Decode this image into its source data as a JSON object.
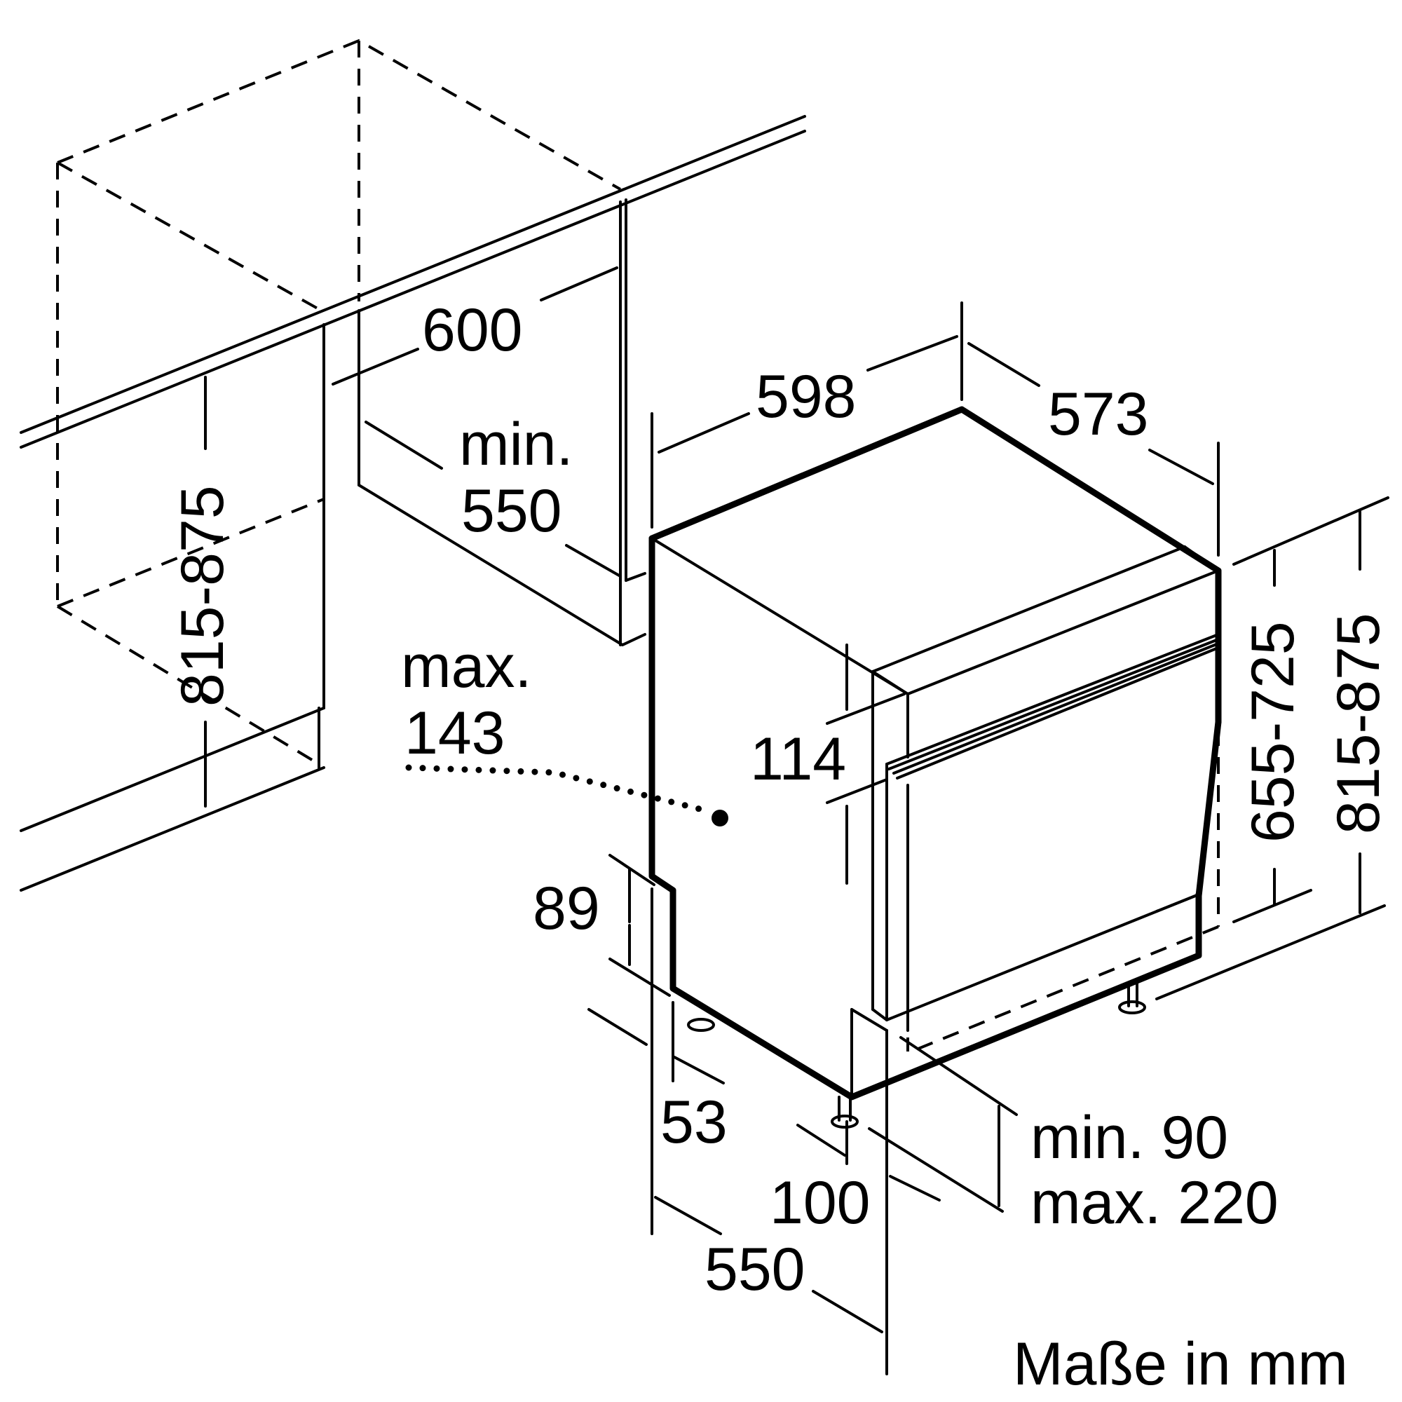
{
  "colors": {
    "line": "#000000",
    "background": "#ffffff"
  },
  "labels": {
    "niche_width": "600",
    "niche_depth_line1": "min.",
    "niche_depth_line2": "550",
    "niche_height": "815-875",
    "appliance_width": "598",
    "appliance_depth": "573",
    "panel_height": "114",
    "decor_max_line1": "max.",
    "decor_max_line2": "143",
    "plinth_89": "89",
    "offset_53": "53",
    "offset_100": "100",
    "depth_550": "550",
    "plinth_range_line1": "min. 90",
    "plinth_range_line2": "max. 220",
    "height_655_725": "655-725",
    "height_815_875": "815-875",
    "units_note": "Maße in mm"
  }
}
